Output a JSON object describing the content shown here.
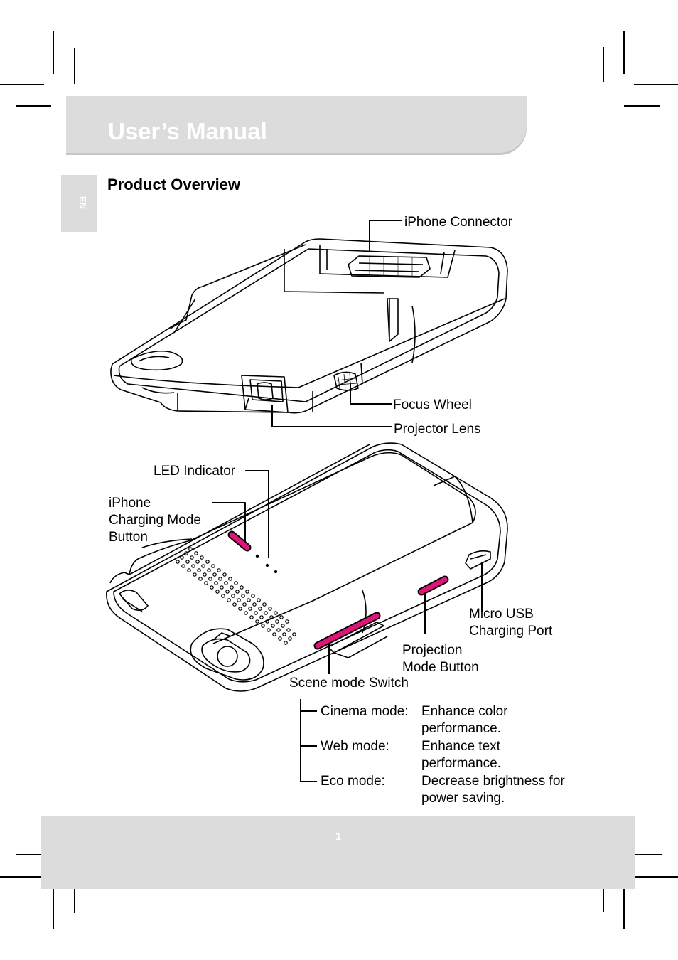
{
  "header": {
    "title": "User’s Manual"
  },
  "language_tab": "EN",
  "section_title": "Product Overview",
  "top_view": {
    "iphone_connector": "iPhone Connector",
    "focus_wheel": "Focus Wheel",
    "projector_lens": "Projector Lens"
  },
  "bottom_view": {
    "led_indicator": "LED Indicator",
    "charging_button_lines": [
      "iPhone",
      "Charging Mode",
      "Button"
    ],
    "micro_usb_lines": [
      "Micro USB",
      "Charging Port"
    ],
    "projection_button_lines": [
      "Projection",
      "Mode Button"
    ],
    "scene_switch": "Scene mode Switch"
  },
  "modes": [
    {
      "name": "Cinema mode:",
      "desc_lines": [
        "Enhance color",
        "performance."
      ]
    },
    {
      "name": "Web mode:",
      "desc_lines": [
        "Enhance text",
        "performance."
      ]
    },
    {
      "name": "Eco mode:",
      "desc_lines": [
        "Decrease brightness for",
        "power saving."
      ]
    }
  ],
  "footer": {
    "page_number": "1"
  },
  "colors": {
    "header_band": "#dcdcdc",
    "accent_magenta": "#e0157a",
    "footer_band": "#dcdcdc"
  }
}
